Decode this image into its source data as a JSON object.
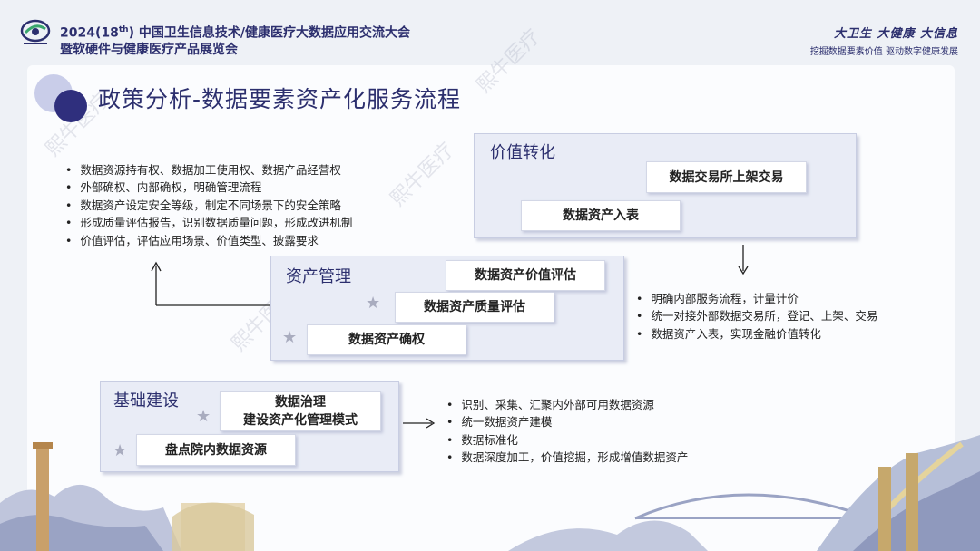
{
  "header": {
    "title_prefix": "2024(18",
    "title_sup": "th",
    "title_line1_rest": ") 中国卫生信息技术/健康医疗大数据应用交流大会",
    "title_line2": "暨软硬件与健康医疗产品展览会",
    "slogan_main": "大卫生 大健康 大信息",
    "slogan_sub": "挖掘数据要素价值  驱动数字健康发展"
  },
  "page_title": "政策分析-数据要素资产化服务流程",
  "value_box": {
    "label": "价值转化",
    "items": [
      "数据交易所上架交易",
      "数据资产入表"
    ],
    "bullets": [
      "明确内部服务流程，计量计价",
      "统一对接外部数据交易所，登记、上架、交易",
      "数据资产入表，实现金融价值转化"
    ]
  },
  "asset_box": {
    "label": "资产管理",
    "items": [
      "数据资产价值评估",
      "数据资产质量评估",
      "数据资产确权"
    ],
    "bullets": [
      "数据资源持有权、数据加工使用权、数据产品经营权",
      "外部确权、内部确权，明确管理流程",
      "数据资产设定安全等级，制定不同场景下的安全策略",
      "形成质量评估报告，识别数据质量问题，形成改进机制",
      "价值评估，评估应用场景、价值类型、披露要求"
    ]
  },
  "base_box": {
    "label": "基础建设",
    "items_line1": "数据治理",
    "items_line2": "建设资产化管理模式",
    "item2": "盘点院内数据资源",
    "bullets": [
      "识别、采集、汇聚内外部可用数据资源",
      "统一数据资产建模",
      "数据标准化",
      "数据深度加工，价值挖掘，形成增值数据资产"
    ]
  },
  "icons": {
    "star": "star-icon",
    "arrow_up": "arrow-up-icon",
    "arrow_down": "arrow-down-icon",
    "arrow_right": "arrow-right-icon"
  },
  "watermark": "熙牛医疗",
  "colors": {
    "brand": "#2c2f6e",
    "box_bg": "#e9ecf6",
    "page_bg": "#eef1f6"
  }
}
